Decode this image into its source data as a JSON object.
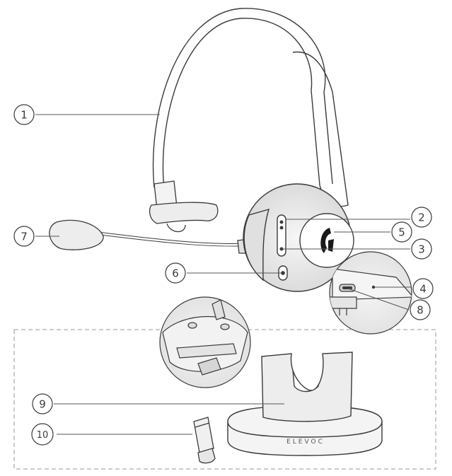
{
  "callouts": [
    {
      "id": "1",
      "label": "1"
    },
    {
      "id": "2",
      "label": "2"
    },
    {
      "id": "3",
      "label": "3"
    },
    {
      "id": "4",
      "label": "4"
    },
    {
      "id": "5",
      "label": "5"
    },
    {
      "id": "6",
      "label": "6"
    },
    {
      "id": "7",
      "label": "7"
    },
    {
      "id": "8",
      "label": "8"
    },
    {
      "id": "9",
      "label": "9"
    },
    {
      "id": "10",
      "label": "10"
    }
  ],
  "base": {
    "brand": "ELEVOC"
  },
  "colors": {
    "line": "#3a3a3a",
    "fill_light": "#ededed",
    "fill_mid": "#dcdcdc",
    "accent": "#1a1a1a"
  },
  "icons": {
    "earcup_logo": "elevoc-logo-icon"
  }
}
